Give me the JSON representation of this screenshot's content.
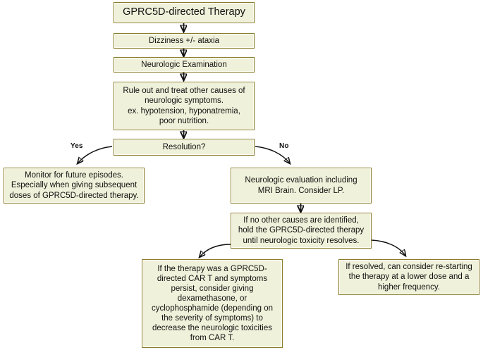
{
  "diagram": {
    "title_text": "GPRC5D-directed Therapy management flowchart",
    "palette": {
      "node_fill": "#f0f1da",
      "node_border": "#8a7c2c",
      "edge_stroke": "#111111",
      "background": "#ffffff"
    },
    "nodes": [
      {
        "id": "gprc5d-therapy",
        "name": "node-gprc5d-directed-therapy",
        "text": "GPRC5D-directed Therapy"
      },
      {
        "id": "dizziness",
        "name": "node-dizziness-ataxia",
        "text": "Dizziness +/- ataxia"
      },
      {
        "id": "neuro-exam",
        "name": "node-neurologic-examination",
        "text": "Neurologic Examination"
      },
      {
        "id": "rule-out",
        "name": "node-rule-out-other-causes",
        "text": "Rule out and treat other causes of\nneurologic symptoms.\nex. hypotension, hyponatremia,\npoor nutrition."
      },
      {
        "id": "resolution",
        "name": "node-resolution-decision",
        "text": "Resolution?"
      },
      {
        "id": "monitor",
        "name": "node-monitor-future-episodes",
        "text": "Monitor for future episodes.\nEspecially when giving subsequent\ndoses of GPRC5D-directed therapy."
      },
      {
        "id": "neuro-eval",
        "name": "node-neurologic-evaluation-mri",
        "text": "Neurologic evaluation including\nMRI Brain. Consider LP."
      },
      {
        "id": "hold-therapy",
        "name": "node-hold-gprc5d-therapy",
        "text": "If no other causes are identified,\nhold the GPRC5D-directed therapy\nuntil neurologic toxicity resolves."
      },
      {
        "id": "car-t-steroids",
        "name": "node-car-t-dexamethasone-cyclophosphamide",
        "text": "If the therapy was a GPRC5D-\ndirected CAR T and symptoms\npersist, consider giving\ndexamethasone, or\ncyclophosphamide (depending on\nthe severity of symptoms) to\ndecrease the neurologic toxicities\nfrom CAR T."
      },
      {
        "id": "restart",
        "name": "node-restart-lower-dose",
        "text": "If resolved, can consider re-starting\nthe therapy at a lower dose and a\nhigher frequency."
      }
    ],
    "edge_labels": [
      {
        "id": "yes",
        "name": "edge-label-yes",
        "text": "Yes"
      },
      {
        "id": "no",
        "name": "edge-label-no",
        "text": "No"
      }
    ]
  }
}
